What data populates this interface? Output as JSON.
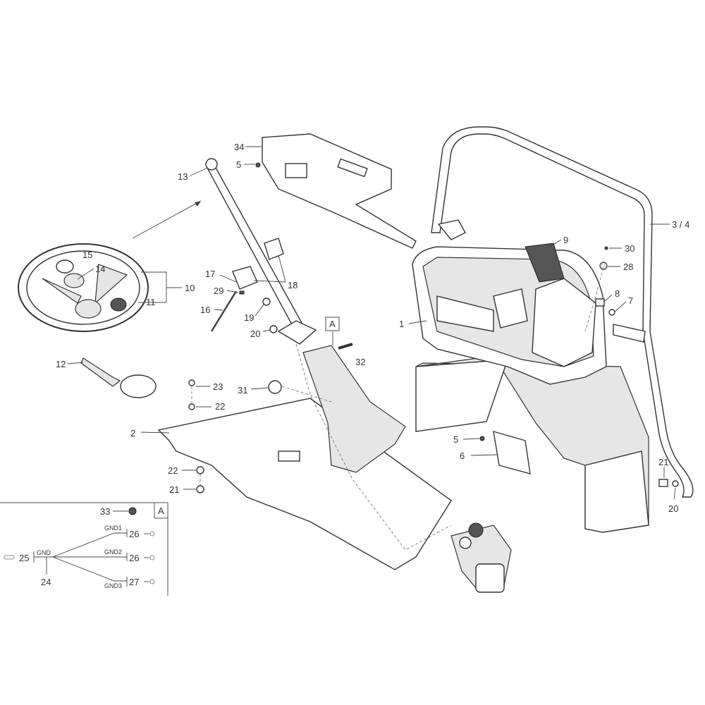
{
  "callouts": [
    "34",
    "5",
    "13",
    "9",
    "30",
    "28",
    "3 / 4",
    "15",
    "14",
    "10",
    "11",
    "17",
    "29",
    "18",
    "8",
    "7",
    "16",
    "19",
    "20",
    "1",
    "32",
    "12",
    "23",
    "31",
    "22",
    "2",
    "5",
    "6",
    "22",
    "21",
    "21",
    "20"
  ],
  "section_marker": "A",
  "inset": {
    "marker": "A",
    "labels": [
      "33",
      "GND1",
      "26",
      "GND2",
      "26",
      "GND3",
      "27",
      "25",
      "GND",
      "24"
    ]
  }
}
